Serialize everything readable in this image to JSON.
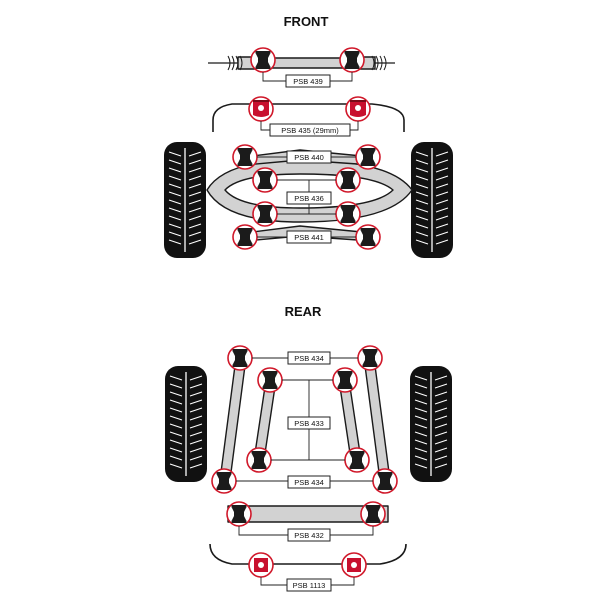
{
  "colors": {
    "accent": "#d0182a",
    "arm_fill": "#d2d2d2",
    "outline": "#1a1a1a",
    "bush_black": "#1b1b1b",
    "bush_red": "#c8102e"
  },
  "front": {
    "heading": "FRONT",
    "labels": [
      "PSB 439",
      "PSB 435 (29mm)",
      "PSB 440",
      "PSB 436",
      "PSB 441"
    ]
  },
  "rear": {
    "heading": "REAR",
    "labels": [
      "PSB 434",
      "PSB 433",
      "PSB 434",
      "PSB 432",
      "PSB 1113"
    ]
  }
}
